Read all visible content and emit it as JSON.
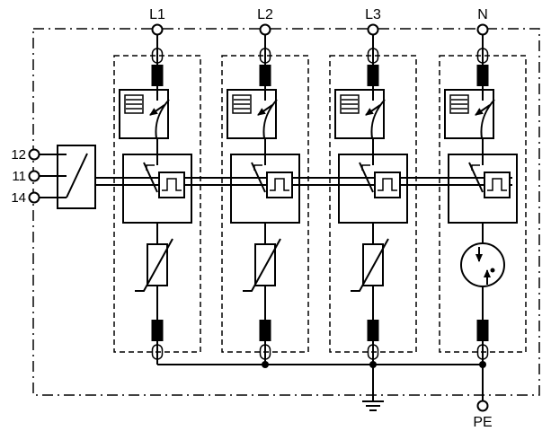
{
  "labels": {
    "top": [
      "L1",
      "L2",
      "L3",
      "N"
    ],
    "left": [
      "12",
      "11",
      "14"
    ],
    "bottom_right": "PE"
  },
  "symbols": {
    "varistor": "varistor-icon",
    "gas_discharge_tube": "spark-gap-icon",
    "thermal_disconnector": "thermal-disconnector-icon",
    "disconnect_switch": "switch-contact-icon",
    "status_indicator": "pulse-icon",
    "remote_signalling_contact": "changeover-switch-icon",
    "earth": "earth-ground-icon",
    "terminal": "screw-terminal-block",
    "clamp": "clamp-terminal-icon"
  },
  "colors": {
    "line": "#000000",
    "background": "#ffffff"
  }
}
